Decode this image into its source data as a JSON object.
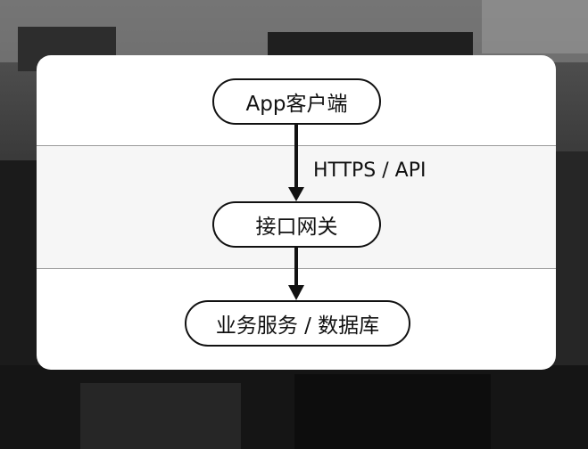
{
  "diagram": {
    "nodes": [
      {
        "id": "n1",
        "label": "App客户端"
      },
      {
        "id": "n2",
        "label": "接口网关"
      },
      {
        "id": "n3",
        "label": "业务服务 / 数据库"
      }
    ],
    "edges": [
      {
        "from": "n1",
        "to": "n2",
        "label": "HTTPS / API"
      },
      {
        "from": "n2",
        "to": "n3",
        "label": ""
      }
    ]
  }
}
